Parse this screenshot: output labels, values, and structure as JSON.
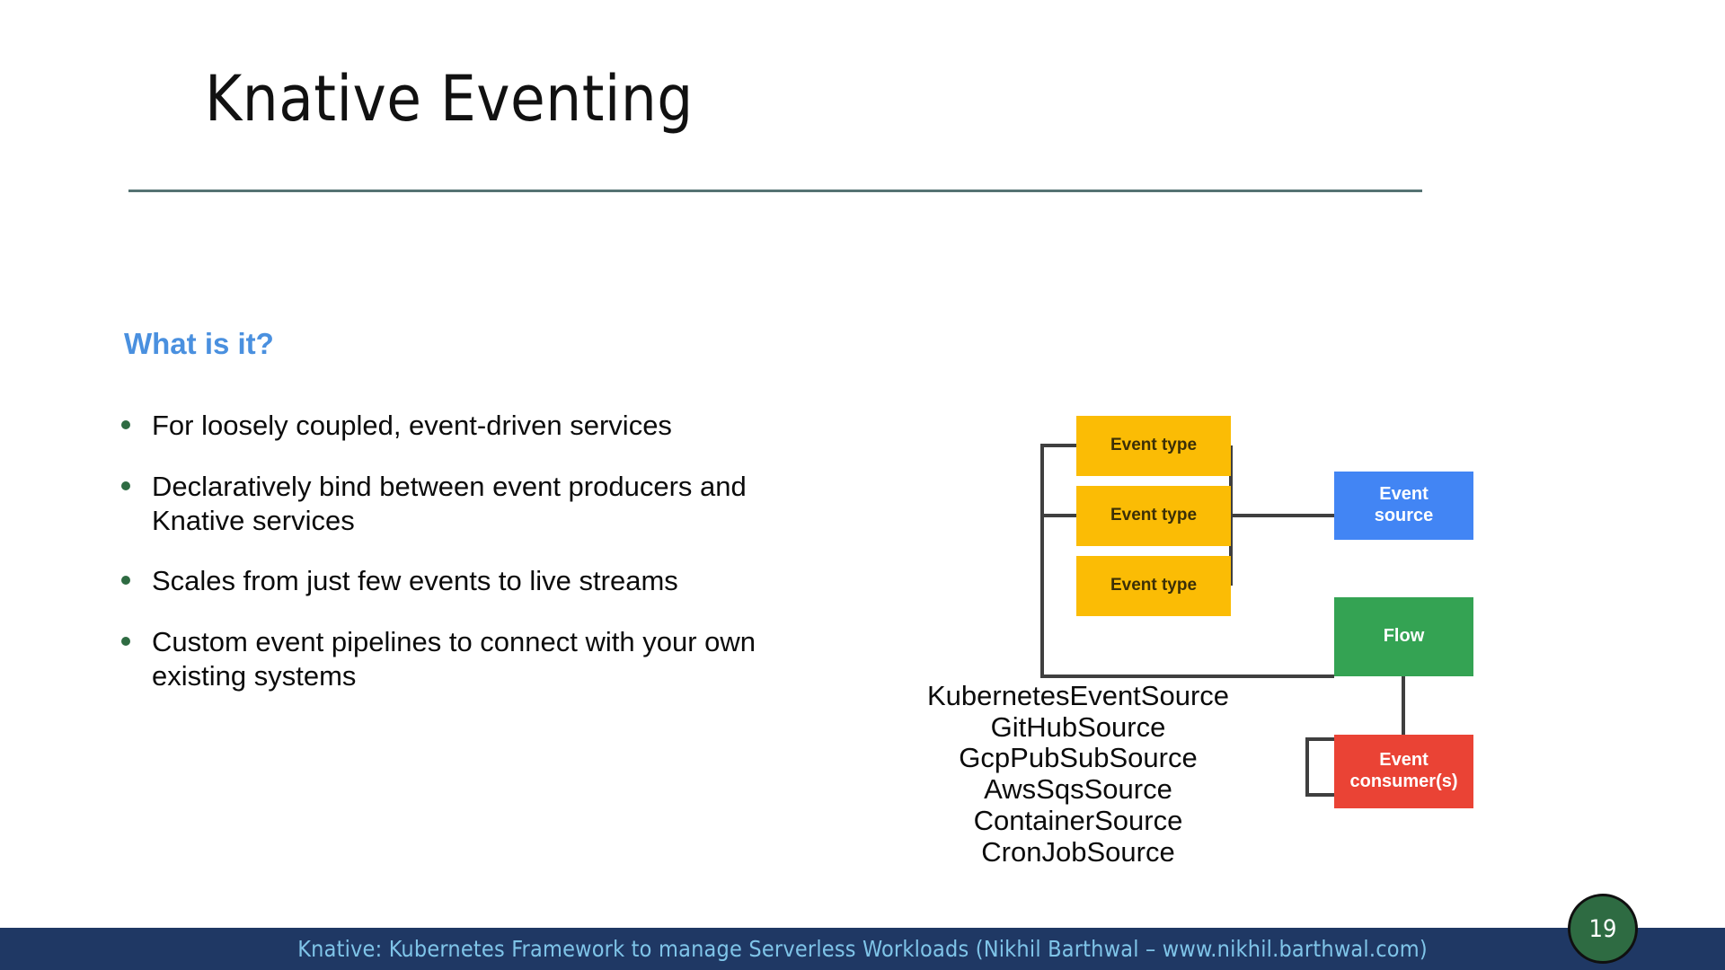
{
  "slide": {
    "title": "Knative Eventing",
    "section_heading": "What is it?",
    "bullets": [
      "For loosely coupled, event-driven services",
      "Declaratively bind between event producers and Knative services",
      "Scales from just few events to live streams",
      "Custom event pipelines to connect with your own existing systems"
    ],
    "page_number": "19"
  },
  "diagram": {
    "event_type_1": "Event type",
    "event_type_2": "Event type",
    "event_type_3": "Event type",
    "event_source_line1": "Event",
    "event_source_line2": "source",
    "flow": "Flow",
    "consumer_line1": "Event",
    "consumer_line2": "consumer(s)",
    "source_list": [
      "KubernetesEventSource",
      "GitHubSource",
      "GcpPubSubSource",
      "AwsSqsSource",
      "ContainerSource",
      "CronJobSource"
    ]
  },
  "footer": {
    "text": "Knative: Kubernetes Framework to manage Serverless Workloads  (Nikhil Barthwal – www.nikhil.barthwal.com)"
  },
  "colors": {
    "title_rule": "#557373",
    "section_heading": "#4A90DF",
    "bullet_dot": "#2E6B42",
    "event_type_box": "#FBBC05",
    "event_source_box": "#4285F4",
    "flow_box": "#34A353",
    "consumer_box": "#EA4335",
    "connector_line": "#3F3F3F",
    "footer_bar": "#1F3864",
    "footer_text": "#7FC4E8",
    "page_badge": "#2E6B42"
  }
}
